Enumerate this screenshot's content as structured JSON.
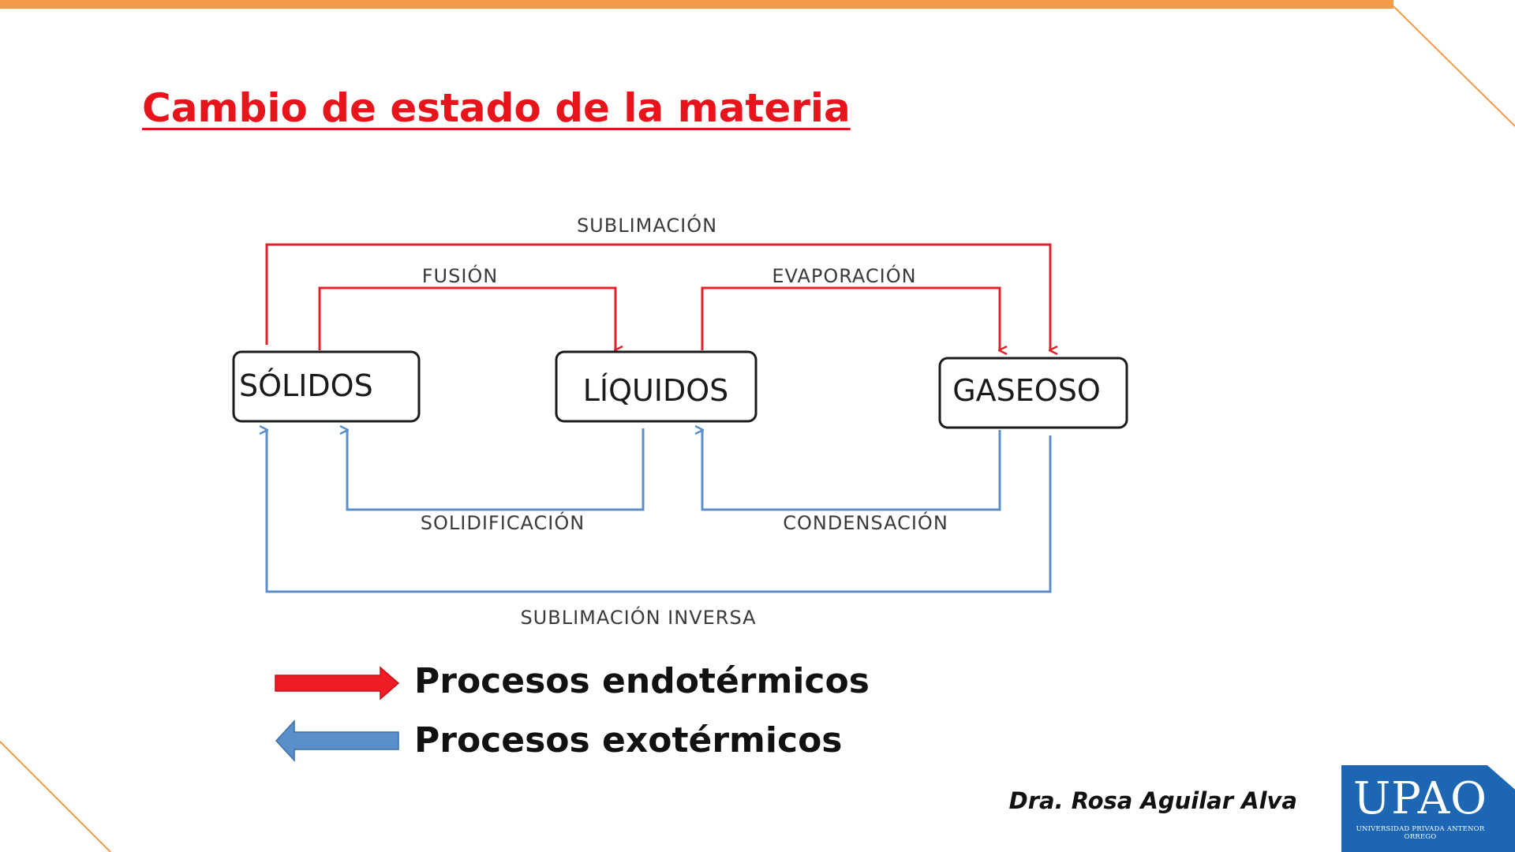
{
  "slide": {
    "title": "Cambio de estado de la materia",
    "author": "Dra. Rosa Aguilar Alva"
  },
  "diagram": {
    "states": {
      "solid": "SÓLIDOS",
      "liquid": "LÍQUIDOS",
      "gas": "GASEOSO"
    },
    "processes": {
      "sublimation": "SUBLIMACIÓN",
      "fusion": "FUSIÓN",
      "evaporation": "EVAPORACIÓN",
      "solidification": "SOLIDIFICACIÓN",
      "condensation": "CONDENSACIÓN",
      "inverse_sublimation": "SUBLIMACIÓN INVERSA"
    },
    "colors": {
      "endothermic": "#e0232b",
      "exothermic": "#5b8fc9"
    }
  },
  "legend": {
    "endothermic": "Procesos endotérmicos",
    "exothermic": "Procesos exotérmicos"
  },
  "logo": {
    "name": "UPAO",
    "subtitle": "UNIVERSIDAD PRIVADA ANTENOR ORREGO"
  },
  "theme": {
    "accent_orange": "#f39a4a",
    "title_red": "#e8141b",
    "logo_blue": "#1d66b3"
  }
}
